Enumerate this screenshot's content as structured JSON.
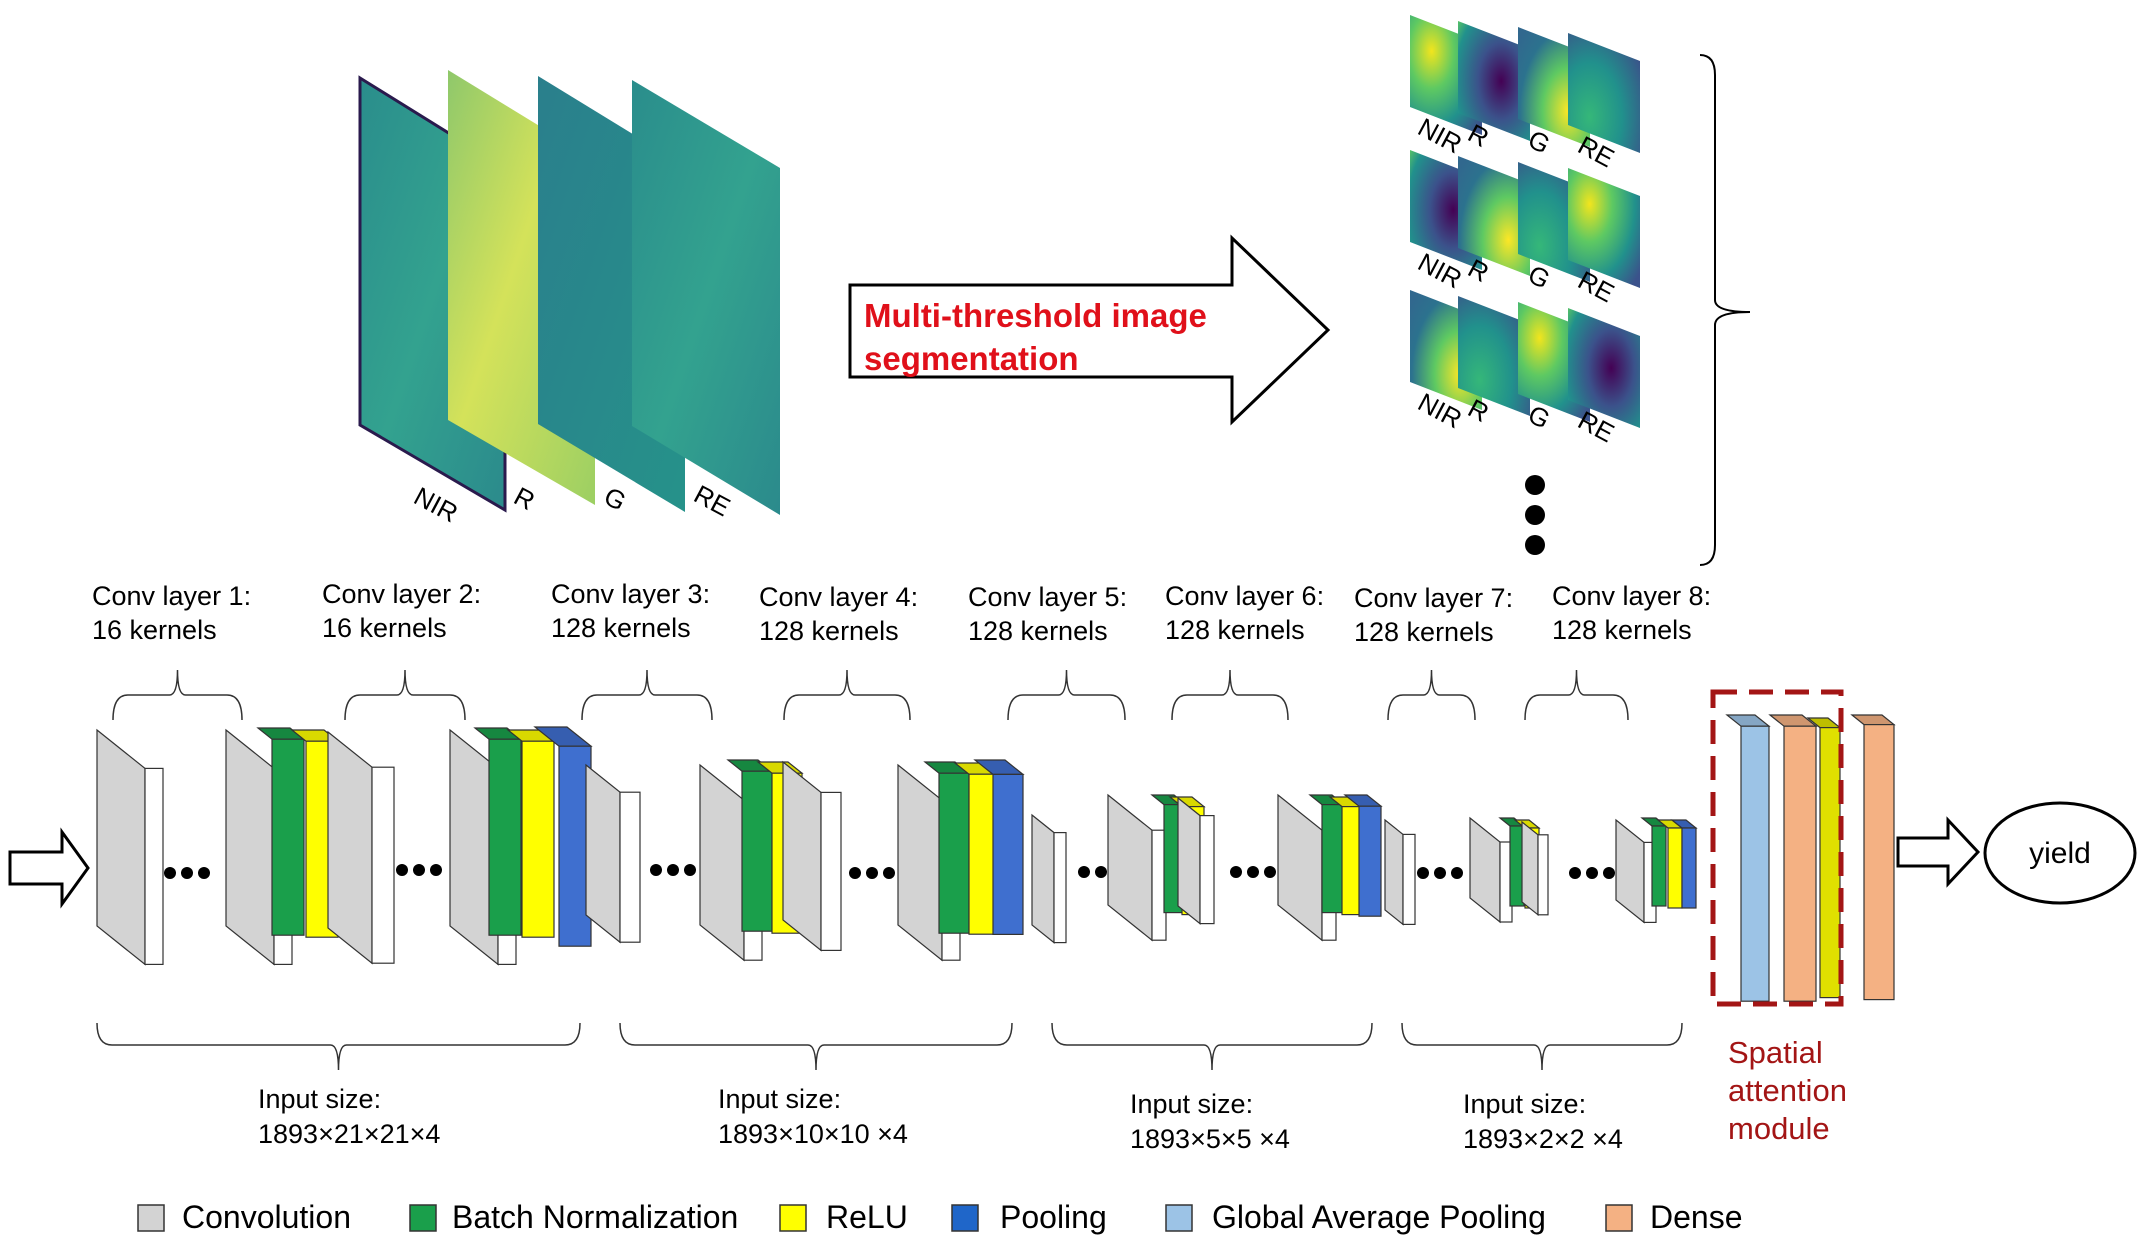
{
  "input_bands": [
    "NIR",
    "R",
    "G",
    "RE"
  ],
  "segmentation": {
    "label_line1": "Multi-threshold image",
    "label_line2": "segmentation",
    "color": "#e0101a"
  },
  "segment_rows": [
    [
      "NIR",
      "R",
      "G",
      "RE"
    ],
    [
      "NIR",
      "R",
      "G",
      "RE"
    ],
    [
      "NIR",
      "R",
      "G",
      "RE"
    ]
  ],
  "conv_layers": [
    {
      "title": "Conv layer 1:",
      "kernels": "16 kernels"
    },
    {
      "title": "Conv layer 2:",
      "kernels": "16 kernels"
    },
    {
      "title": "Conv layer 3:",
      "kernels": "128 kernels"
    },
    {
      "title": "Conv layer 4:",
      "kernels": "128 kernels"
    },
    {
      "title": "Conv layer 5:",
      "kernels": "128 kernels"
    },
    {
      "title": "Conv layer 6:",
      "kernels": "128 kernels"
    },
    {
      "title": "Conv layer 7:",
      "kernels": "128 kernels"
    },
    {
      "title": "Conv layer 8:",
      "kernels": "128 kernels"
    }
  ],
  "input_sizes": [
    {
      "label": "Input size:",
      "value": "1893×21×21×4"
    },
    {
      "label": "Input size:",
      "value": "1893×10×10 ×4"
    },
    {
      "label": "Input size:",
      "value": "1893×5×5 ×4"
    },
    {
      "label": "Input size:",
      "value": "1893×2×2 ×4"
    }
  ],
  "spatial_attention": {
    "line1": "Spatial",
    "line2": "attention",
    "line3": "module",
    "color": "#a31515"
  },
  "output_label": "yield",
  "legend": [
    {
      "label": "Convolution",
      "color": "#d3d3d3"
    },
    {
      "label": "Batch Normalization",
      "color": "#1a9f4b"
    },
    {
      "label": "ReLU",
      "color": "#ffff00"
    },
    {
      "label": "Pooling",
      "color": "#1f66c9"
    },
    {
      "label": "Global Average Pooling",
      "color": "#9cc3e6"
    },
    {
      "label": "Dense",
      "color": "#f4b183"
    }
  ],
  "colors": {
    "convolution": "#d3d3d3",
    "batch_norm": "#1a9f4b",
    "relu": "#ffff00",
    "pooling": "#3f6fcf",
    "gap": "#9cc3e6",
    "dense": "#f4b183",
    "image_teal": "#2f9d8f",
    "image_yellow": "#cfe36a",
    "image_purple": "#3b1f66"
  }
}
